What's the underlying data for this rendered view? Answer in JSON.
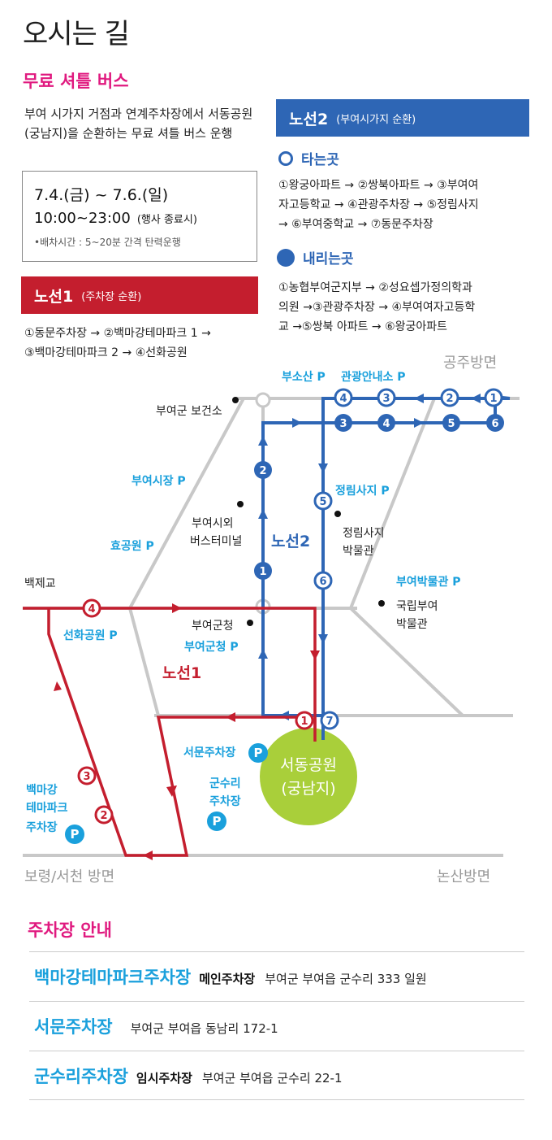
{
  "title": "오시는 길",
  "shuttle": {
    "heading": "무료 셔틀 버스",
    "intro": "부여 시가지 거점과 연계주차장에서 서동공원(궁남지)을 순환하는 무료 셔틀 버스 운행",
    "dates": "7.4.(금) ~ 7.6.(일)",
    "hours": "10:00~23:00",
    "hours_note": "(행사 종료시)",
    "interval": "•배차시간 : 5~20분 간격 탄력운행"
  },
  "route1": {
    "name": "노선1",
    "subtitle": "(주차장 순환)",
    "color": "#c41e2e",
    "stops_line1": "①동문주차장 → ②백마강테마파크 1 →",
    "stops_line2": "③백마강테마파크 2 → ④선화공원"
  },
  "route2": {
    "name": "노선2",
    "subtitle": "(부여시가지 순환)",
    "color": "#2e66b5",
    "board_label": "타는곳",
    "board_line1": "①왕궁아파트 → ②쌍북아파트 → ③부여여",
    "board_line2": "자고등학교 → ④관광주차장 → ⑤정림사지",
    "board_line3": "→ ⑥부여중학교 → ⑦동문주차장",
    "alight_label": "내리는곳",
    "alight_line1": "①농협부여군지부 → ②성요셉가정의학과",
    "alight_line2": "의원 →③관광주차장 → ④부여여자고등학",
    "alight_line3": "교 →⑤쌍북 아파트 → ⑥왕궁아파트"
  },
  "map": {
    "dir_gongju": "공주방면",
    "dir_boryeong": "보령/서천 방면",
    "dir_nonsan": "논산방면",
    "buso_p": "부소산 P",
    "tour_info_p": "관광안내소 P",
    "health_center": "부여군 보건소",
    "buyeo_market_p": "부여시장 P",
    "bus_terminal_1": "부여시외",
    "bus_terminal_2": "버스터미널",
    "hyogong_p": "효공원 P",
    "jeongnim_p": "정림사지 P",
    "jeongnim_museum_1": "정림사지",
    "jeongnim_museum_2": "박물관",
    "route2_label": "노선2",
    "baekjegyo": "백제교",
    "museum_p": "부여박물관 P",
    "national_museum_1": "국립부여",
    "national_museum_2": "박물관",
    "seonhwa_p": "선화공원 P",
    "county_office": "부여군청",
    "county_office_p": "부여군청 P",
    "route1_label": "노선1",
    "seomun_parking": "서문주차장",
    "gunsuri_1": "군수리",
    "gunsuri_2": "주차장",
    "baekma_1": "백마강",
    "baekma_2": "테마파크",
    "baekma_3": "주차장",
    "park_1": "서동공원",
    "park_2": "(궁남지)",
    "parking_mark": "P",
    "n1": "1",
    "n2": "2",
    "n3": "3",
    "n4": "4",
    "n5": "5",
    "n6": "6",
    "n7": "7"
  },
  "parking": {
    "heading": "주차장 안내",
    "rows": [
      {
        "name": "백마강테마파크주차장",
        "type": "메인주차장",
        "address": "부여군 부여읍 군수리 333 일원"
      },
      {
        "name": "서문주차장",
        "type": "",
        "address": "부여군 부여읍 동남리 172-1"
      },
      {
        "name": "군수리주차장",
        "type": "임시주차장",
        "address": "부여군 부여읍 군수리 22-1"
      }
    ]
  },
  "colors": {
    "accent": "#e0197f",
    "route_red": "#c41e2e",
    "route_blue": "#2e66b5",
    "parking_blue": "#1aa0dc",
    "park_green": "#a9cf3a",
    "road_gray": "#c8c8c8"
  }
}
